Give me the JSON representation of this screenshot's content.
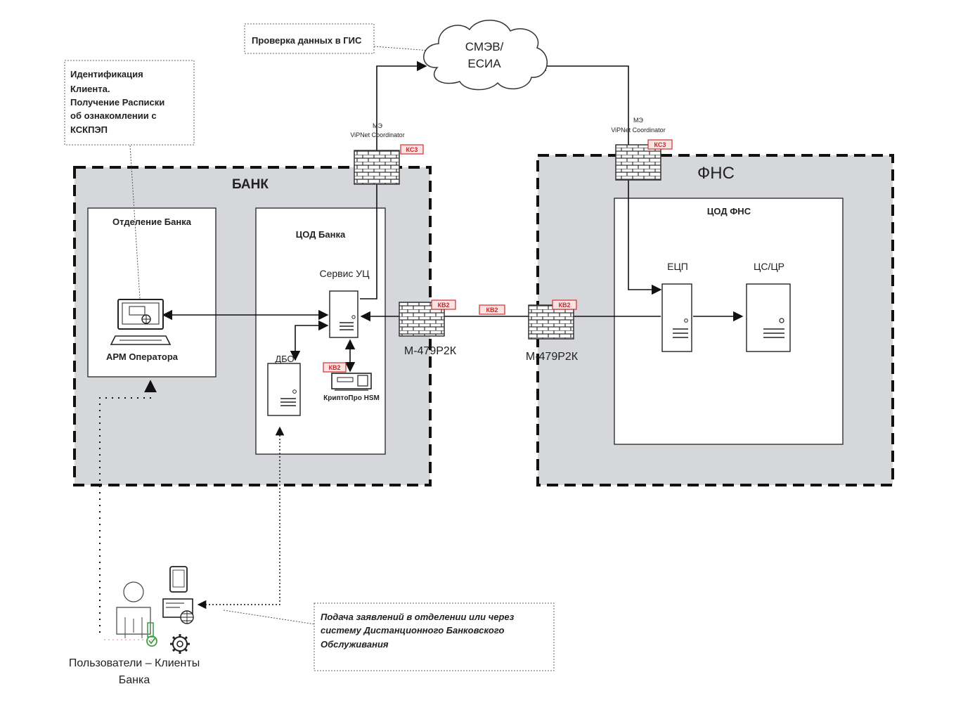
{
  "notes": {
    "identification": [
      "Идентификация",
      "Клиента.",
      " Получение Расписки",
      "об ознакомлении с",
      "КСКПЭП"
    ],
    "gis_check": "Проверка данных в ГИС",
    "application": [
      "Подача заявлений в отделении или через",
      "систему Дистанционного Банковского",
      "Обслуживания"
    ]
  },
  "cloud": {
    "line1": "СМЭВ/",
    "line2": "ЕСИА"
  },
  "bank": {
    "title": "БАНК",
    "branch_title": "Отделение Банка",
    "arm_label": "АРМ Оператора",
    "cod_title": "ЦОД Банка",
    "ca_service_label": "Сервис УЦ",
    "dbo_label": "ДБО",
    "hsm_label": "КриптоПро HSM"
  },
  "fns": {
    "title": "ФНС",
    "cod_title": "ЦОД ФНС",
    "ecp_label": "ЕЦП",
    "cs_label": "ЦС/ЦР"
  },
  "firewalls": {
    "bank_me_label": "МЭ",
    "bank_me_product": "ViPNet Coordinator",
    "fns_me_label": "МЭ",
    "fns_me_product": "ViPNet Coordinator",
    "bank_crypto": "М-479Р2К",
    "fns_crypto": "М-479Р2К"
  },
  "badges": {
    "kc3_bank": "КС3",
    "kc3_fns": "КС3",
    "kb2_bank": "КВ2",
    "kb2_channel": "КВ2",
    "kb2_fns": "КВ2",
    "kb2_hsm": "КВ2"
  },
  "users": {
    "line1": "Пользователи – Клиенты",
    "line2": "Банка"
  },
  "colors": {
    "zone_fill": "#d6d7db",
    "badge_border": "#d32f2f",
    "badge_fill": "#fbe3e3",
    "accent_green": "#43a047"
  }
}
